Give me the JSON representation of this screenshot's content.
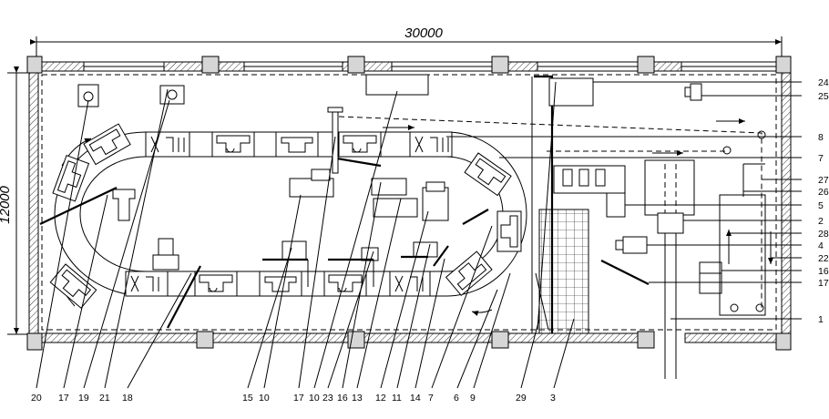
{
  "dimensions": {
    "length": "30000",
    "width": "12000"
  },
  "callouts_right": [
    "24",
    "25",
    "8",
    "7",
    "27",
    "26",
    "5",
    "2",
    "28",
    "4",
    "22",
    "16",
    "17",
    "1"
  ],
  "callouts_bottom": [
    "20",
    "17",
    "19",
    "21",
    "18",
    "15",
    "10",
    "17",
    "10",
    "23",
    "16",
    "13",
    "12",
    "11",
    "14",
    "7",
    "6",
    "9",
    "29",
    "3"
  ]
}
